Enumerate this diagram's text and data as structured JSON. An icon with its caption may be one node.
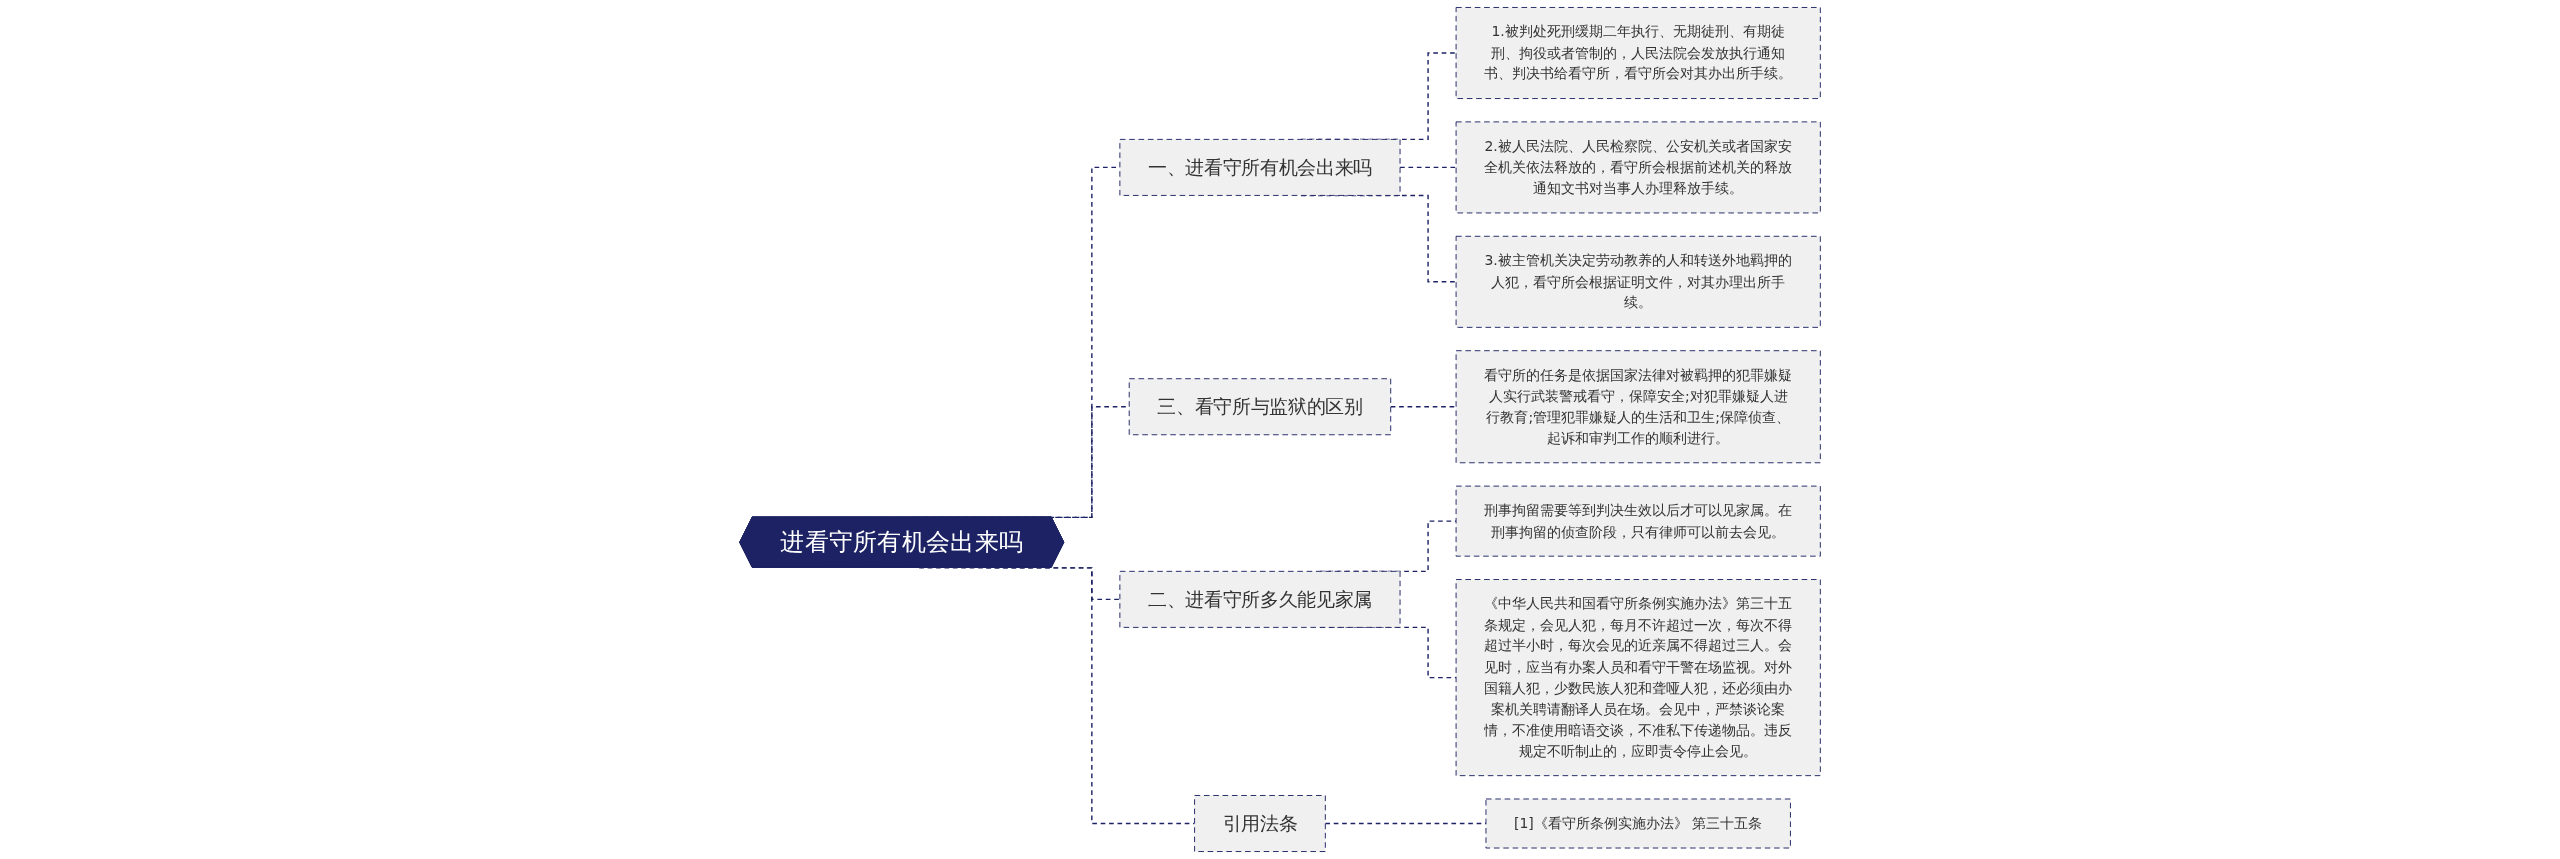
{
  "diagram": {
    "nodes": [
      {
        "text": [
          "进看守所有机会出来吗"
        ]
      },
      {
        "text": [
          "一、进看守所有机会出来吗"
        ]
      },
      {
        "text": [
          "1.被判处死刑缓期二年执行、无期徒刑、有期徒刑、拘役或者管制的，人民法院会发放执行通知书、判决书给看守所，看守所会对其办出所手续。"
        ]
      },
      {
        "text": [
          "2.被人民法院、人民检察院、公安机关或者国家安全机关依法释放的，看守所会根据前述机关的释放通知文书对当事人办理释放手续。"
        ]
      },
      {
        "text": [
          "3.被主管机关决定劳动教养的人和转送外地羁押的人犯，看守所会根据证明文件，对其办理出所手续。"
        ]
      },
      {
        "text": [
          "三、看守所与监狱的区别"
        ]
      },
      {
        "text": [
          "看守所的任务是依据国家法律对被羁押的犯罪嫌疑人实行武装警戒看守，保障安全;对犯罪嫌疑人进行教育;管理犯罪嫌疑人的生活和卫生;保障侦查、起诉和审判工作的顺利进行。"
        ]
      },
      {
        "text": [
          "二、进看守所多久能见家属"
        ]
      },
      {
        "text": [
          "刑事拘留需要等到判决生效以后才可以见家属。在刑事拘留的侦查阶段，只有律师可以前去会见。"
        ]
      },
      {
        "text": [
          "《中华人民共和国看守所条例实施办法》第三十五条规定，会见人犯，每月不许超过一次，每次不得超过半小时，每次会见的近亲属不得超过三人。会见时，应当有办案人员和看守干警在场监视。对外国籍人犯，少数民族人犯和聋哑人犯，还必须由办案机关聘请翻译人员在场。会见中，严禁谈论案情，不准使用暗语交谈，不准私下传递物品。违反规定不听制止的，应即责令停止会见。"
        ]
      },
      {
        "text": [
          "引用法条"
        ]
      },
      {
        "text": [
          "[1]《看守所条例实施办法》 第三十五条"
        ]
      }
    ],
    "edges": [
      {
        "from": 0,
        "to": 1,
        "arrow": "none",
        "style": "dashed"
      },
      {
        "from": 1,
        "to": 2,
        "arrow": "none",
        "style": "dashed"
      },
      {
        "from": 1,
        "to": 3,
        "arrow": "none",
        "style": "dashed"
      },
      {
        "from": 1,
        "to": 4,
        "arrow": "none",
        "style": "dashed"
      },
      {
        "from": 0,
        "to": 5,
        "arrow": "none",
        "style": "dashed"
      },
      {
        "from": 5,
        "to": 6,
        "arrow": "none",
        "style": "dashed"
      },
      {
        "from": 0,
        "to": 7,
        "arrow": "none",
        "style": "dashed"
      },
      {
        "from": 7,
        "to": 8,
        "arrow": "none",
        "style": "dashed"
      },
      {
        "from": 7,
        "to": 9,
        "arrow": "none",
        "style": "dashed"
      },
      {
        "from": 0,
        "to": 10,
        "arrow": "none",
        "style": "dashed"
      },
      {
        "from": 10,
        "to": 11,
        "arrow": "none",
        "style": "dashed"
      }
    ]
  }
}
